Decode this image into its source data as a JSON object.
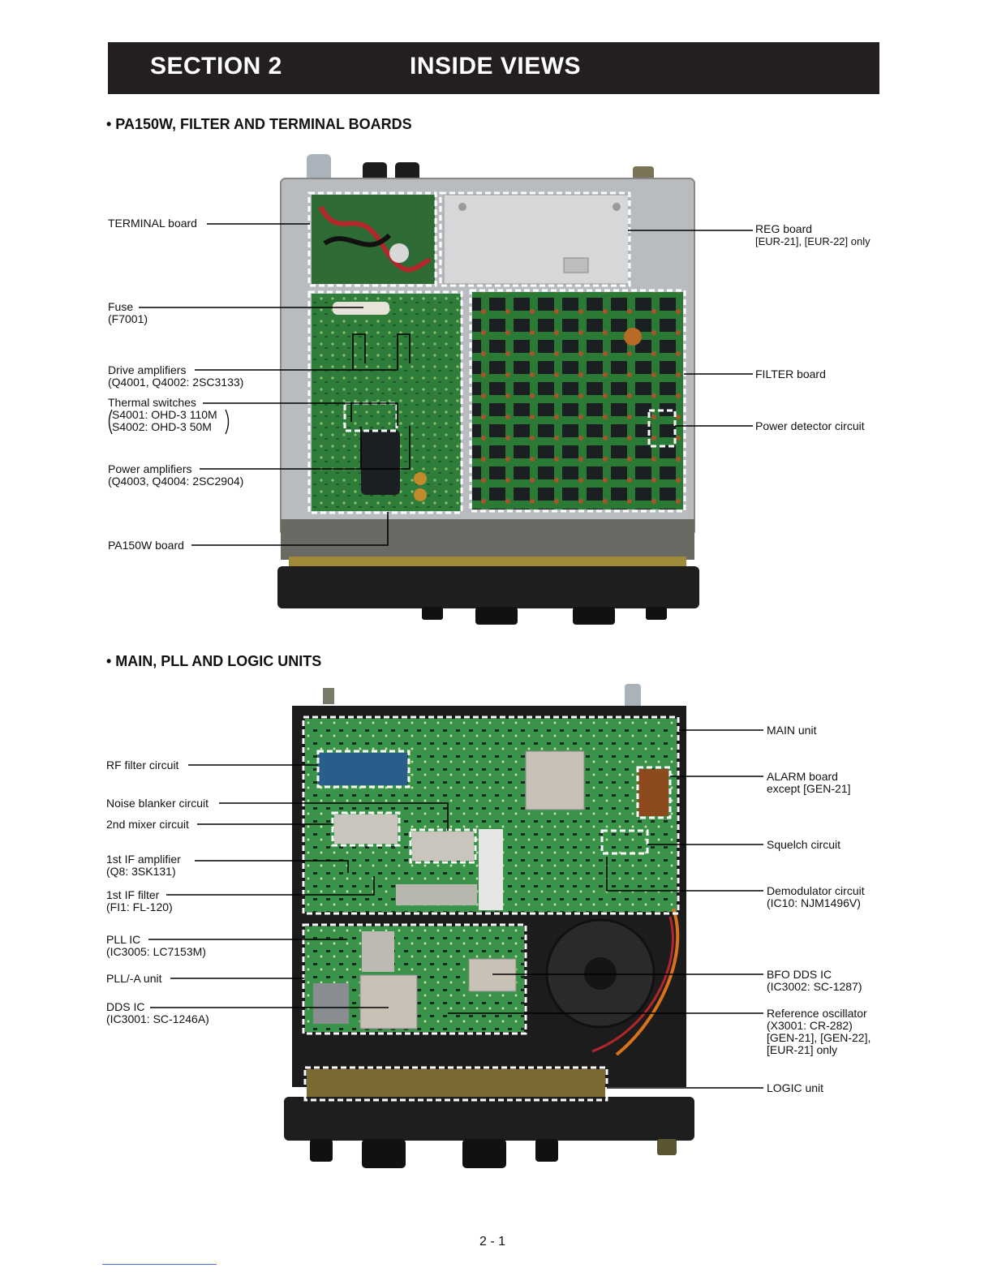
{
  "header": {
    "section": "SECTION 2",
    "title": "INSIDE VIEWS"
  },
  "top_view": {
    "heading": "• PA150W, FILTER AND TERMINAL BOARDS",
    "labels": {
      "terminal": "TERMINAL board",
      "fuse": "Fuse",
      "fuse_sub": "(F7001)",
      "drive": "Drive amplifiers",
      "drive_sub": "(Q4001, Q4002: 2SC3133)",
      "thermal": "Thermal switches",
      "thermal_sub1": "S4001: OHD-3 110M",
      "thermal_sub2": "S4002: OHD-3 50M",
      "power_amp": "Power amplifiers",
      "power_amp_sub": "(Q4003, Q4004: 2SC2904)",
      "pa150w": "PA150W board",
      "reg": "REG board",
      "reg_sub": "[EUR-21], [EUR-22] only",
      "filter": "FILTER board",
      "power_detector": "Power detector circuit"
    }
  },
  "bottom_view": {
    "heading": "• MAIN, PLL AND LOGIC UNITS",
    "labels": {
      "rf_filter": "RF filter circuit",
      "noise_blanker": "Noise blanker circuit",
      "mixer2": "2nd mixer circuit",
      "if_amp": "1st IF amplifier",
      "if_amp_sub": "(Q8: 3SK131)",
      "if_filter": "1st IF filter",
      "if_filter_sub": "(FI1: FL-120)",
      "pll_ic": "PLL IC",
      "pll_ic_sub": "(IC3005: LC7153M)",
      "pll_unit": "PLL/-A unit",
      "dds_ic": "DDS IC",
      "dds_ic_sub": "(IC3001: SC-1246A)",
      "main_unit": "MAIN unit",
      "alarm": "ALARM board",
      "alarm_sub": "except [GEN-21]",
      "squelch": "Squelch circuit",
      "demod": "Demodulator circuit",
      "demod_sub": "(IC10: NJM1496V)",
      "bfo": "BFO DDS IC",
      "bfo_sub": "(IC3002: SC-1287)",
      "ref_osc": "Reference oscillator",
      "ref_osc_sub1": "(X3001: CR-282)",
      "ref_osc_sub2": "[GEN-21], [GEN-22],",
      "ref_osc_sub3": "[EUR-21] only",
      "logic": "LOGIC unit"
    }
  },
  "footer": {
    "page": "2 - 1"
  },
  "colors": {
    "header_bg": "#231f20",
    "pcb_green": "#2f7d3a",
    "chassis": "#b9bcbf"
  }
}
